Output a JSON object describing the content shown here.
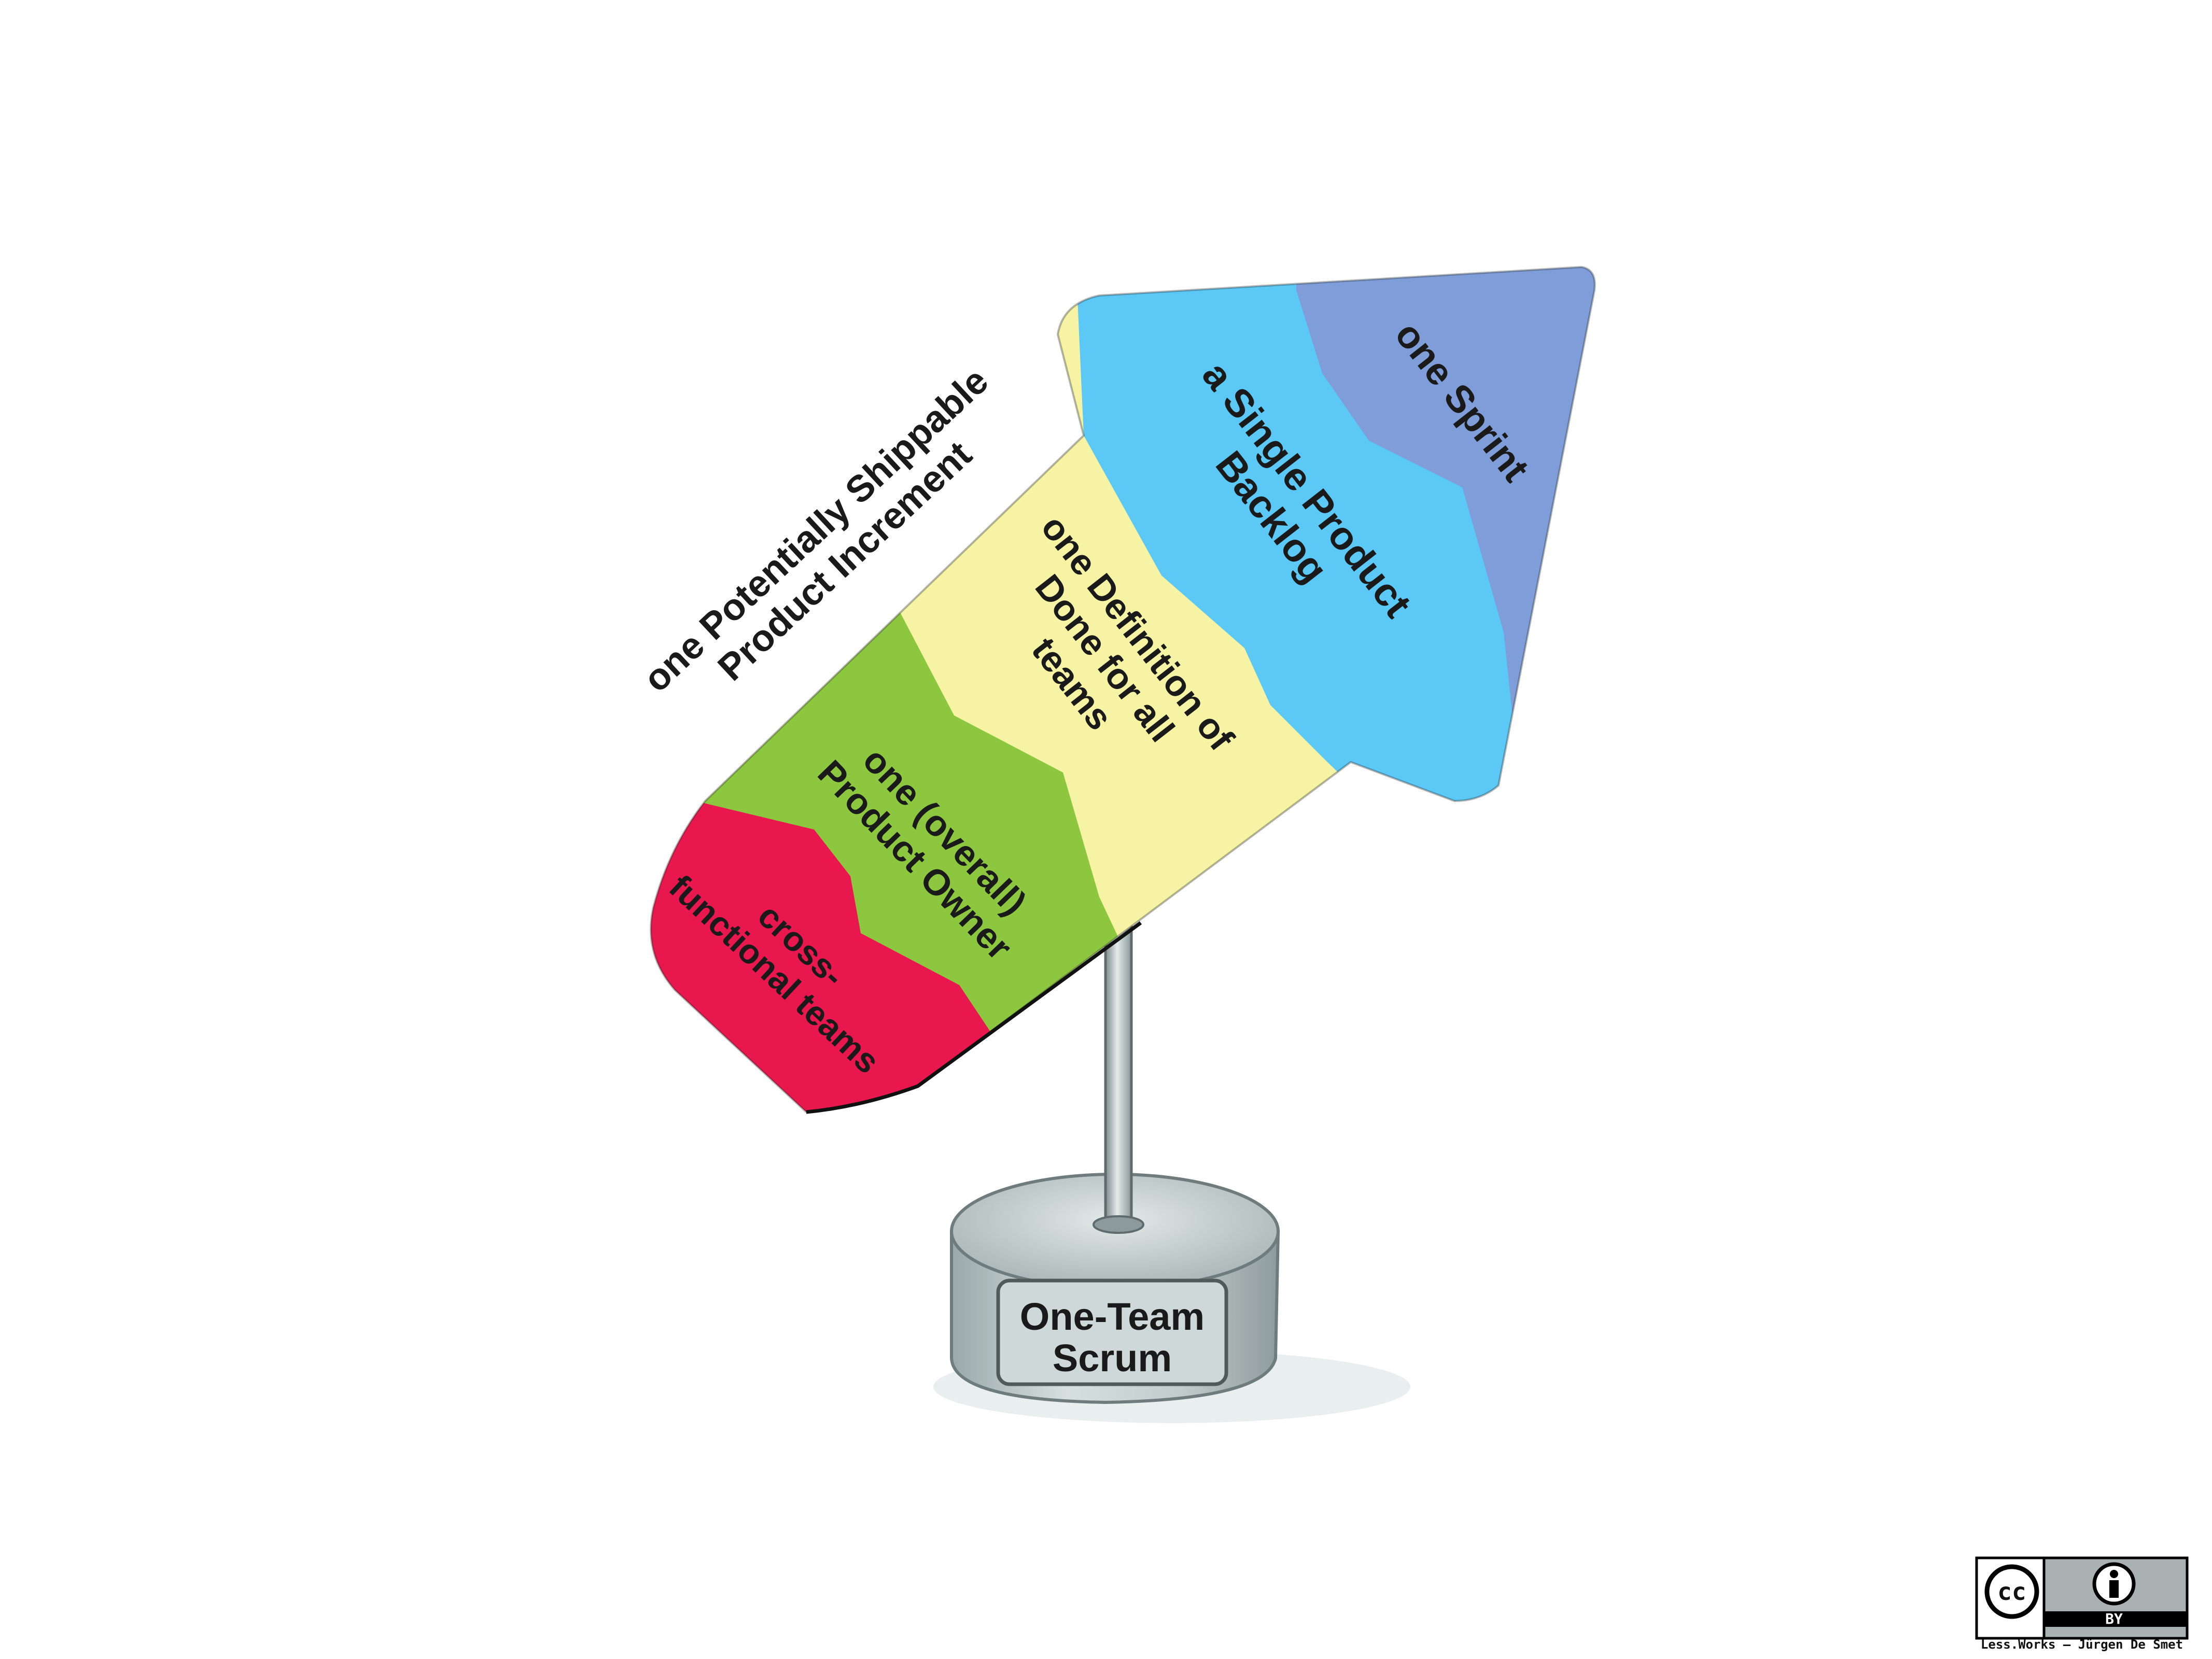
{
  "arrow": {
    "segments": [
      {
        "label_lines": [
          "cross-",
          "functional teams"
        ],
        "color": "#e8174e"
      },
      {
        "label_lines": [
          "one (overall)",
          "Product Owner"
        ],
        "color": "#8dc63f"
      },
      {
        "label_lines": [
          "one Definition of",
          "Done for all",
          "teams"
        ],
        "color": "#f7f3a4"
      },
      {
        "label_lines": [
          "a Single Product",
          "Backlog"
        ],
        "color": "#5bc8f5"
      },
      {
        "label_lines": [
          "one Sprint"
        ],
        "color": "#7f9ed9"
      }
    ],
    "caption_lines": [
      "one Potentially Shippable",
      "Product Increment"
    ]
  },
  "trophy": {
    "plaque_lines": [
      "One-Team",
      "Scrum"
    ],
    "base_color": "#c7d2d2",
    "pole_color": "#b9c4c6"
  },
  "license": {
    "cc_symbol": "cc",
    "by_icon": "person-icon",
    "by_label": "BY",
    "credit": "Less.Works – Jürgen De Smet"
  }
}
